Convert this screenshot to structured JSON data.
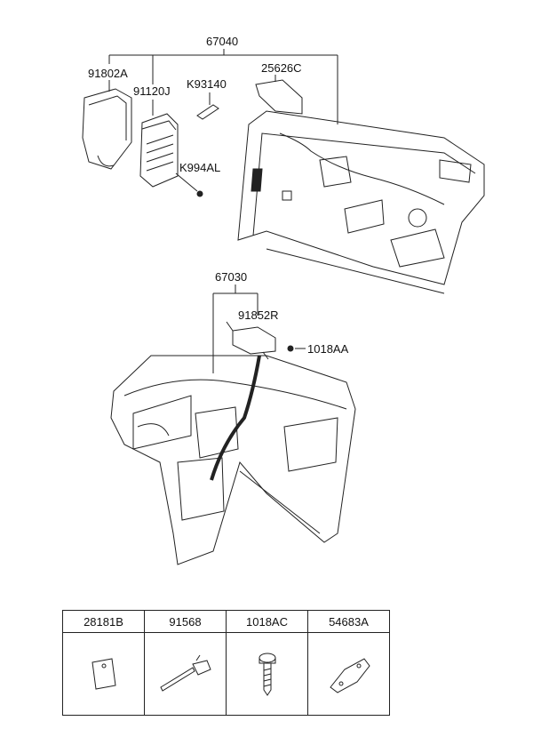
{
  "callouts": {
    "main_harness_top": "67040",
    "part_91802A": "91802A",
    "part_91120J": "91120J",
    "part_K93140": "K93140",
    "part_25626C": "25626C",
    "part_K994AL": "K994AL",
    "main_harness_dash": "67030",
    "part_91852R": "91852R",
    "part_1018AA": "1018AA"
  },
  "legend": {
    "items": [
      {
        "code": "28181B",
        "icon": "grommet-plate-icon"
      },
      {
        "code": "91568",
        "icon": "cable-tie-clip-icon"
      },
      {
        "code": "1018AC",
        "icon": "bolt-icon"
      },
      {
        "code": "54683A",
        "icon": "bracket-icon"
      }
    ]
  }
}
